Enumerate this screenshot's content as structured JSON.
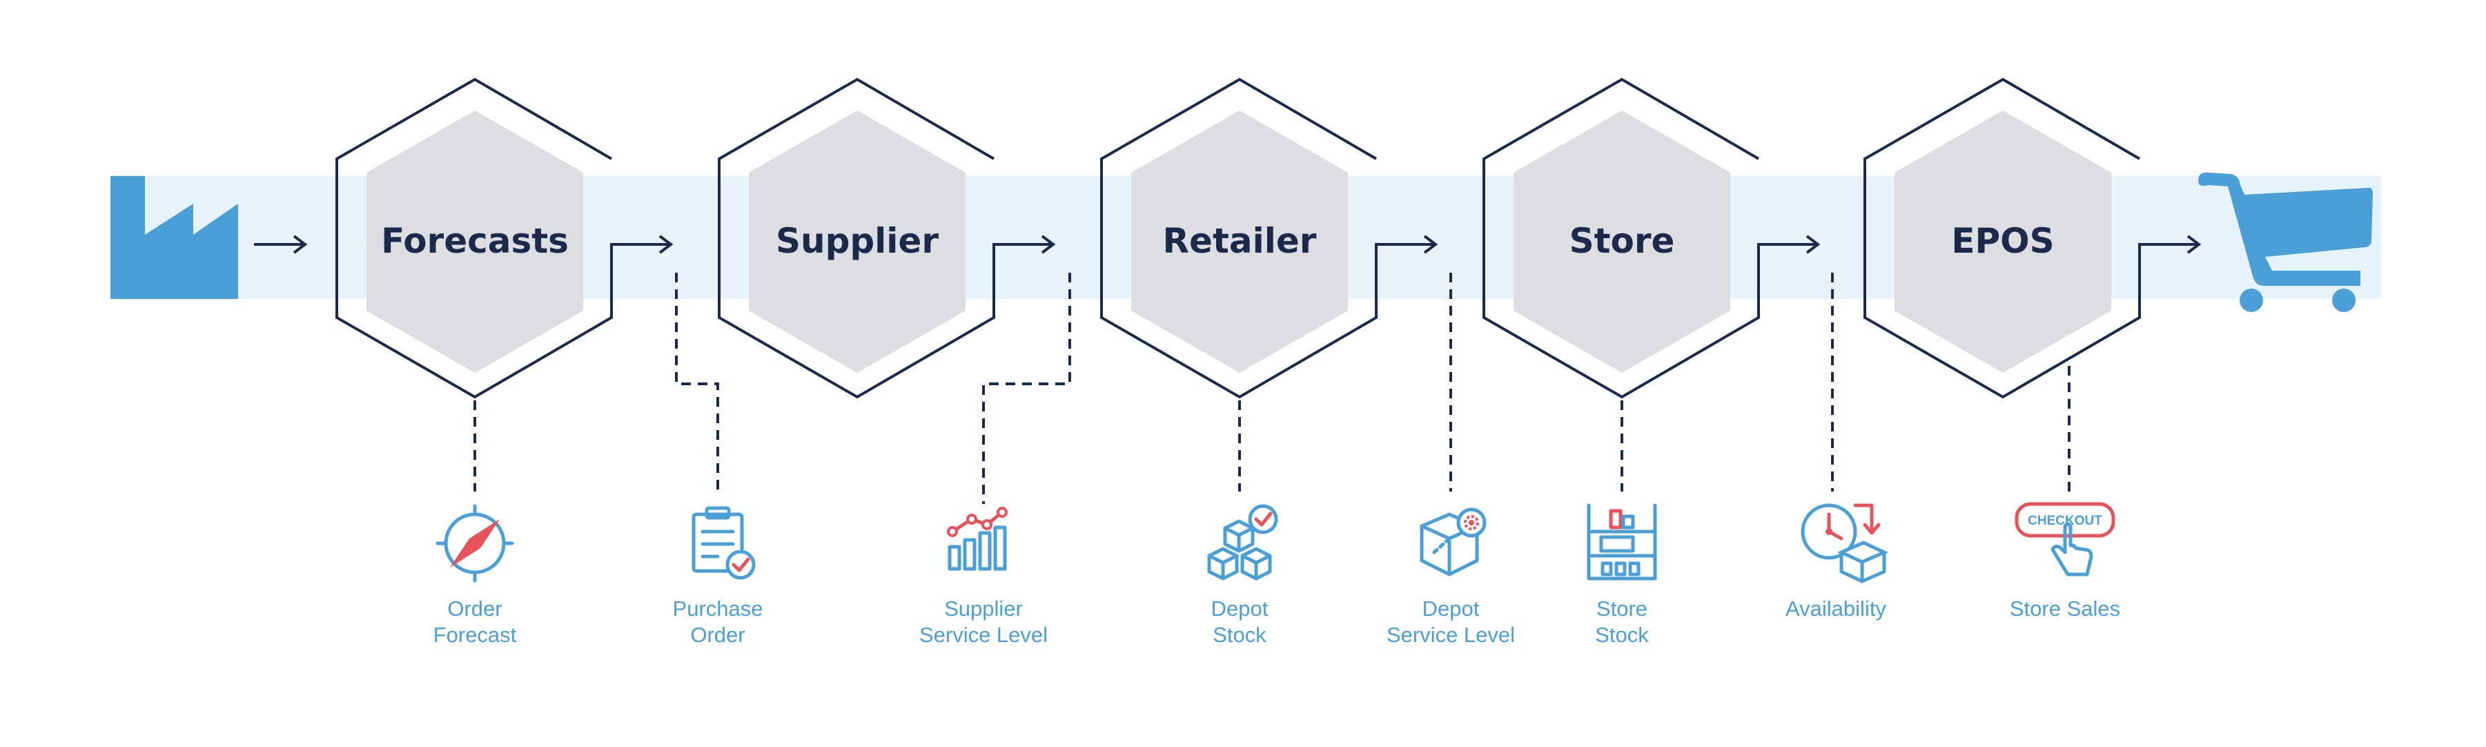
{
  "colors": {
    "band": "#e6f3fb",
    "hex_fill": "#dcdee2",
    "dark": "#1b2a4a",
    "accent_blue": "#4a9fd6",
    "accent_red": "#e8525b"
  },
  "stages": [
    {
      "title": "Forecasts"
    },
    {
      "title": "Supplier"
    },
    {
      "title": "Retailer"
    },
    {
      "title": "Store"
    },
    {
      "title": "EPOS"
    }
  ],
  "kpis": [
    {
      "line1": "Order",
      "line2": "Forecast",
      "icon": "compass-icon"
    },
    {
      "line1": "Purchase",
      "line2": "Order",
      "icon": "clipboard-check-icon"
    },
    {
      "line1": "Supplier",
      "line2": "Service Level",
      "icon": "bar-line-chart-icon"
    },
    {
      "line1": "Depot",
      "line2": "Stock",
      "icon": "stacked-boxes-check-icon"
    },
    {
      "line1": "Depot",
      "line2": "Service Level",
      "icon": "box-gear-icon"
    },
    {
      "line1": "Store",
      "line2": "Stock",
      "icon": "shelf-icon"
    },
    {
      "line1": "Availability",
      "line2": "",
      "icon": "clock-box-icon"
    },
    {
      "line1": "Store Sales",
      "line2": "",
      "icon": "checkout-click-icon"
    }
  ],
  "checkout_button_text": "CHECKOUT",
  "start_icon": "factory-icon",
  "end_icon": "shopping-cart-icon"
}
